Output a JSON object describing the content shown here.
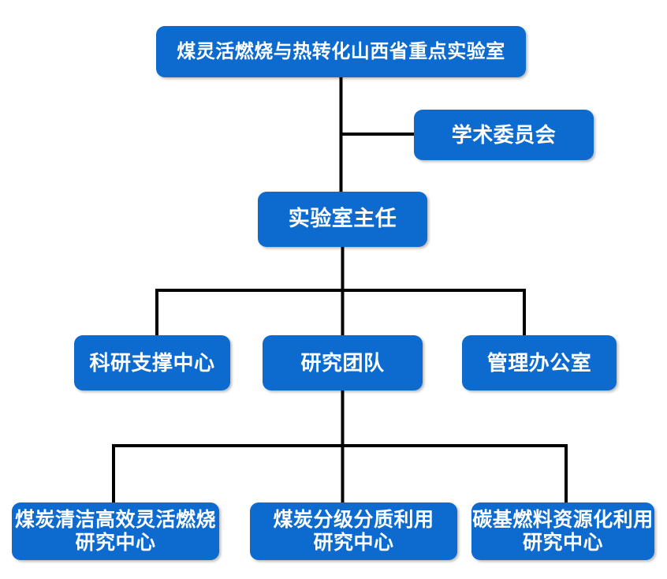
{
  "diagram": {
    "type": "org-chart",
    "colors": {
      "box_fill": "#0d6bd0",
      "box_text": "#ffffff",
      "line": "#000000",
      "page_bg": "#ffffff"
    },
    "nodes": {
      "root": {
        "label": "煤灵活燃烧与热转化山西省重点实验室"
      },
      "academic": {
        "label": "学术委员会"
      },
      "director": {
        "label": "实验室主任"
      },
      "support": {
        "label": "科研支撑中心"
      },
      "teams": {
        "label": "研究团队"
      },
      "admin": {
        "label": "管理办公室"
      },
      "center1": {
        "line1": "煤炭清洁高效灵活燃烧",
        "line2": "研究中心"
      },
      "center2": {
        "line1": "煤炭分级分质利用",
        "line2": "研究中心"
      },
      "center3": {
        "line1": "碳基燃料资源化利用",
        "line2": "研究中心"
      }
    },
    "edges": [
      "root->director",
      "root->academic",
      "director->support",
      "director->teams",
      "director->admin",
      "teams->center1",
      "teams->center2",
      "teams->center3"
    ]
  }
}
